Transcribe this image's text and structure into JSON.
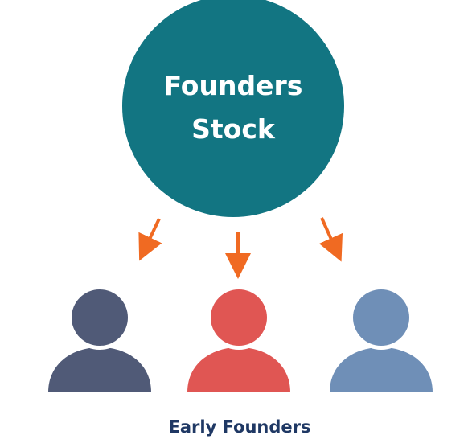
{
  "center": {
    "line1": "Founders",
    "line2": "Stock"
  },
  "caption": "Early Founders",
  "colors": {
    "circle": "#127582",
    "arrow": "#f06a22",
    "person_left": "#505a77",
    "person_middle": "#e05653",
    "person_right": "#6f8fb7",
    "caption": "#1f3864"
  },
  "people": [
    {
      "icon": "person-icon",
      "color_key": "person_left"
    },
    {
      "icon": "person-icon",
      "color_key": "person_middle"
    },
    {
      "icon": "person-icon",
      "color_key": "person_right"
    }
  ]
}
